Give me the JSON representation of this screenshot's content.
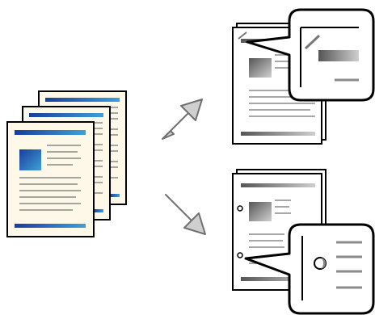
{
  "diagram": {
    "description_items": [
      {
        "kind": "input",
        "label": ""
      },
      {
        "kind": "output-staple",
        "label": ""
      },
      {
        "kind": "output-punch",
        "label": ""
      }
    ],
    "colors": {
      "page_fill": "#fdf8e8",
      "page_white": "#ffffff",
      "outline": "#000000",
      "accent_blue_dark": "#1a3d9c",
      "accent_blue_light": "#3ea0d8",
      "text_line": "#8a8a8a",
      "arrow_fill": "#c8c8c8",
      "arrow_stroke": "#707070",
      "gray_dark": "#606060",
      "gray_light": "#bdbdbd"
    },
    "icons": {
      "input": "document-stack-icon",
      "arrow_up": "arrow-up-right-icon",
      "arrow_down": "arrow-down-right-icon",
      "staple_output": "stapled-document-icon",
      "staple_callout": "staple-callout-icon",
      "punch_output": "punched-document-icon",
      "punch_callout": "punch-callout-icon"
    }
  }
}
